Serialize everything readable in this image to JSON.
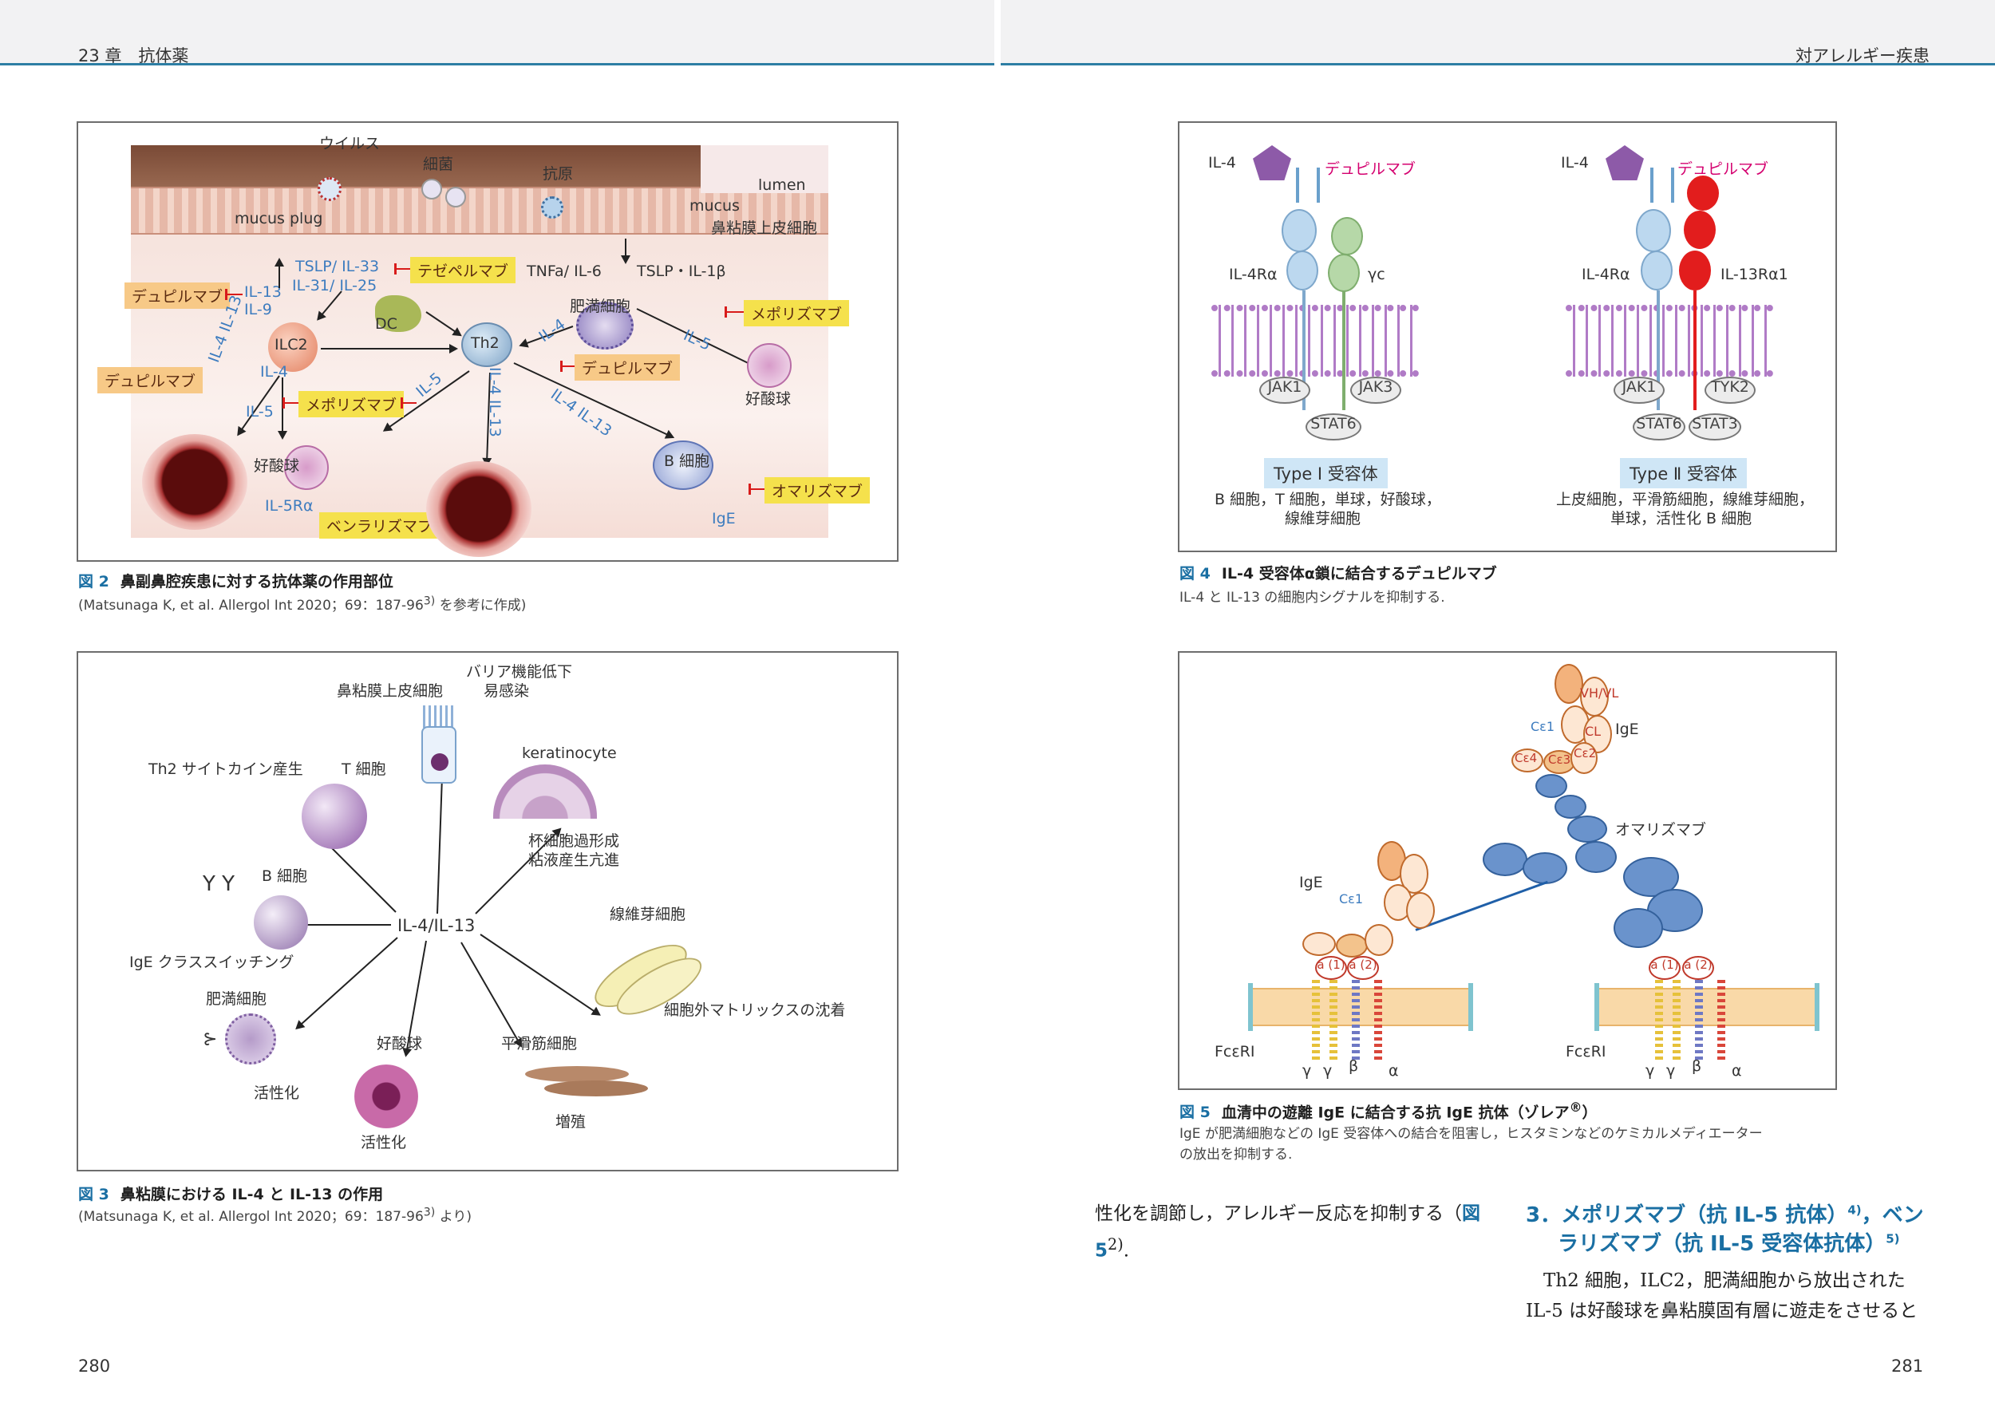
{
  "left_page": {
    "running_head": "23 章　抗体薬",
    "page_number": "280",
    "fig2": {
      "labels": {
        "virus": "ウイルス",
        "bacteria": "細菌",
        "antigen": "抗原",
        "lumen": "lumen",
        "mucus": "mucus",
        "mucus_plug": "mucus plug",
        "epithelium": "鼻粘膜上皮細胞",
        "tslp_il33": "TSLP/ IL-33",
        "il31_il25": "IL-31/ IL-25",
        "tnfa_il6": "TNFa/ IL-6",
        "tslp_il1b": "TSLP・IL-1β",
        "il13_il9_a": "IL-13",
        "il13_il9_b": "IL-9",
        "dc": "DC",
        "ilc2": "ILC2",
        "th2": "Th2",
        "mast": "肥満細胞",
        "il4_mid": "IL-4",
        "il4_il13_left": "IL-4 IL-13",
        "il5_left": "IL-5",
        "il5_mid": "IL-5",
        "il4_th2": "IL-4",
        "il4_il13_down": "IL-4 IL-13",
        "il4_il13_b": "IL-4 IL-13",
        "il5_right": "IL-5",
        "eosinophil": "好酸球",
        "eosinophil2": "好酸球",
        "il5ra": "IL-5Rα",
        "bcell": "B 細胞",
        "ige": "IgE"
      },
      "drugs": {
        "tezepelumab": "テゼペルマブ",
        "dupilumab1": "デュピルマブ",
        "dupilumab2": "デュピルマブ",
        "dupilumab3": "デュピルマブ",
        "mepolizumab1": "メポリズマブ",
        "mepolizumab2": "メポリズマブ",
        "benralizumab": "ベンラリズマブ",
        "omalizumab": "オマリズマブ"
      },
      "caption_num": "図 2",
      "caption_title": "鼻副鼻腔疾患に対する抗体薬の作用部位",
      "caption_sub": "(Matsunaga K, et al. Allergol Int 2020；69：187-96",
      "caption_sup": "3)",
      "caption_sub_end": " を参考に作成)"
    },
    "fig3": {
      "center": "IL-4/IL-13",
      "epi": "鼻粘膜上皮細胞",
      "barrier1": "バリア機能低下",
      "barrier2": "易感染",
      "keratinocyte": "keratinocyte",
      "goblet1": "杯細胞過形成",
      "goblet2": "粘液産生亢進",
      "th2cyto": "Th2 サイトカイン産生",
      "tcell": "T 細胞",
      "bcell": "B 細胞",
      "igeswitch": "IgE クラススイッチング",
      "fibro": "線維芽細胞",
      "ecm": "細胞外マトリックスの沈着",
      "mast": "肥満細胞",
      "mast_act": "活性化",
      "eos": "好酸球",
      "eos_act": "活性化",
      "smooth": "平滑筋細胞",
      "prolif": "増殖",
      "caption_num": "図 3",
      "caption_title": "鼻粘膜における IL-4 と IL-13 の作用",
      "caption_sub": "(Matsunaga K, et al. Allergol Int 2020；69：187-96",
      "caption_sup": "3)",
      "caption_sub_end": " より)"
    },
    "body_line1": "性化を調節し，アレルギー反応を抑制する（",
    "body_ref1": "図",
    "body_ref2": "5",
    "body_line2_sup": "2)",
    "body_line2_end": ".",
    "body_fig_word": "図"
  },
  "right_page": {
    "running_head": "対アレルギー疾患",
    "page_number": "281",
    "fig4": {
      "left": {
        "il4": "IL-4",
        "drug": "デュピルマブ",
        "chain1": "IL-4Rα",
        "chain2": "γc",
        "jak_a": "JAK1",
        "jak_b": "JAK3",
        "stat_a": "STAT6",
        "type": "Type Ⅰ 受容体",
        "cells1": "B 細胞，T 細胞，単球，好酸球，",
        "cells2": "線維芽細胞"
      },
      "right": {
        "il4": "IL-4",
        "drug": "デュピルマブ",
        "chain1": "IL-4Rα",
        "chain2": "IL-13Rα1",
        "jak_a": "JAK1",
        "jak_b": "TYK2",
        "stat_a": "STAT6",
        "stat_b": "STAT3",
        "type": "Type Ⅱ 受容体",
        "cells1": "上皮細胞，平滑筋細胞，線維芽細胞，",
        "cells2": "単球，活性化 B 細胞"
      },
      "caption_num": "図 4",
      "caption_title": "IL-4 受容体α鎖に結合するデュピルマブ",
      "caption_sub": "IL-4 と IL-13 の細胞内シグナルを抑制する."
    },
    "fig5": {
      "ige_top": "IgE",
      "omalizumab": "オマリズマブ",
      "ige_left": "IgE",
      "vh": "VH",
      "vl": "VL",
      "ce1": "Cε1",
      "cl": "CL",
      "ce2": "Cε2",
      "ce3": "Cε3",
      "ce4": "Cε4",
      "a1": "a (1)",
      "a2": "a (2)",
      "fceri1": "FcεRI",
      "fceri2": "FcεRI",
      "gamma": "γ",
      "beta": "β",
      "alpha": "α",
      "caption_num": "図 5",
      "caption_title": "血清中の遊離 IgE に結合する抗 IgE 抗体（ゾレア",
      "caption_reg": "®",
      "caption_title_end": "）",
      "caption_sub1": "IgE が肥満細胞などの IgE 受容体への結合を阻害し，ヒスタミンなどのケミカルメディエーター",
      "caption_sub2": "の放出を抑制する."
    },
    "section_head_1": "3．メポリズマブ（抗 IL-5 抗体）",
    "section_head_1_sup": "4)",
    "section_head_1_end": "，ベン",
    "section_head_2": "ラリズマブ（抗 IL-5 受容体抗体）",
    "section_head_2_sup": "5)",
    "body_line1": "Th2 細胞，ILC2，肥満細胞から放出された",
    "body_line2": "IL-5 は好酸球を鼻粘膜固有層に遊走をさせると"
  },
  "colors": {
    "accent_blue": "#1a6fa3",
    "drug_yellow": "#f5e14c",
    "drug_orange": "#f7c987",
    "inhibit_red": "#d81b1b",
    "membrane_purple": "#b07bc6"
  }
}
